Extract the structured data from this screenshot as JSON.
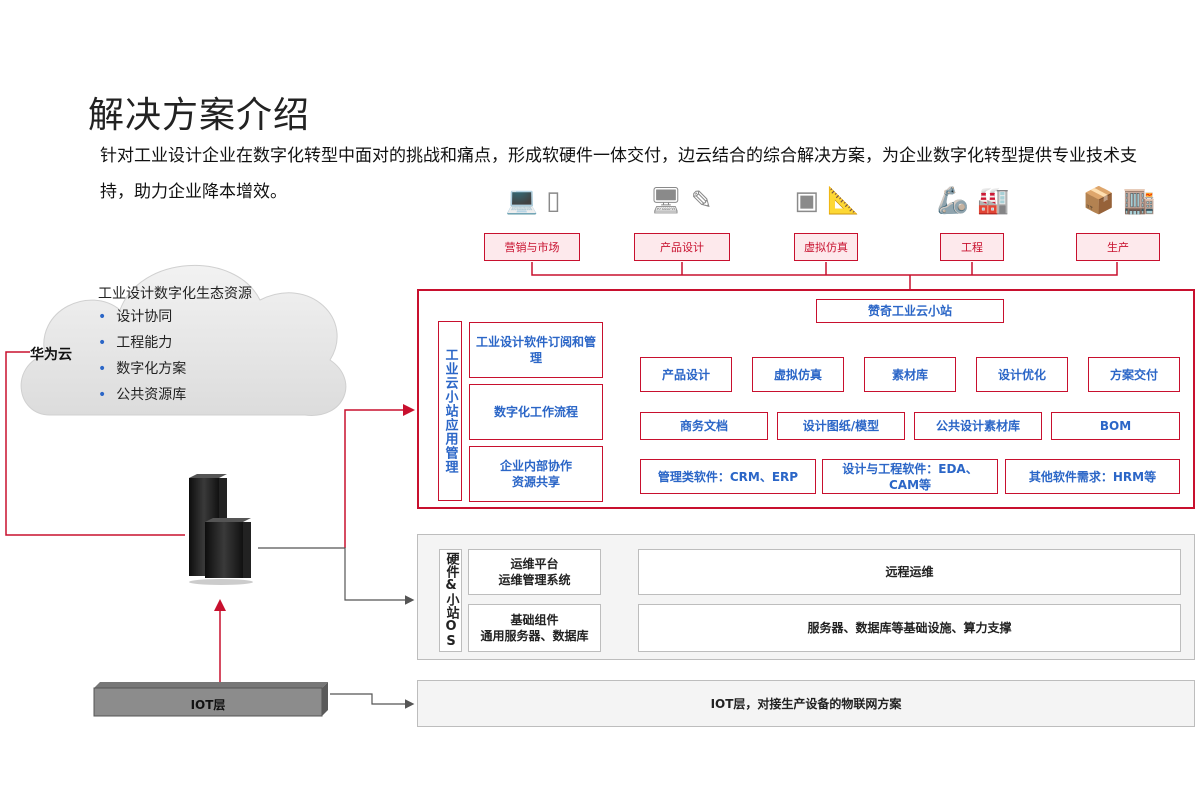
{
  "title": "解决方案介绍",
  "subtitle": "针对工业设计企业在数字化转型中面对的挑战和痛点，形成软硬件一体交付，边云结合的综合解决方案，为企业数字化转型提供专业技术支持，助力企业降本增效。",
  "cloud": {
    "title": "工业设计数字化生态资源",
    "items": [
      "设计协同",
      "工程能力",
      "数字化方案",
      "公共资源库"
    ],
    "label": "华为云"
  },
  "categories": [
    {
      "label": "营销与市场",
      "icon": "laptop-phone-icon"
    },
    {
      "label": "产品设计",
      "icon": "design-monitor-icon"
    },
    {
      "label": "虚拟仿真",
      "icon": "blueprint-icon"
    },
    {
      "label": "工程",
      "icon": "robot-factory-icon"
    },
    {
      "label": "生产",
      "icon": "boxes-warehouse-icon"
    }
  ],
  "app_layer": {
    "vertical_label": "工业云小站应用管理",
    "left_items": [
      "工业设计软件订阅和管理",
      "数字化工作流程",
      "企业内部协作\n资源共享"
    ],
    "hub": "赞奇工业云小站",
    "row1": [
      "产品设计",
      "虚拟仿真",
      "素材库",
      "设计优化",
      "方案交付"
    ],
    "row2": [
      "商务文档",
      "设计图纸/模型",
      "公共设计素材库",
      "BOM"
    ],
    "row3": [
      "管理类软件：CRM、ERP",
      "设计与工程软件：EDA、CAM等",
      "其他软件需求：HRM等"
    ]
  },
  "hw_layer": {
    "vertical_label": "硬件&小站OS",
    "rows": [
      {
        "left": "运维平台\n运维管理系统",
        "right": "远程运维"
      },
      {
        "left": "基础组件\n通用服务器、数据库",
        "right": "服务器、数据库等基础设施、算力支撑"
      }
    ]
  },
  "iot": {
    "bar_label": "IOT层",
    "box_label": "IOT层，对接生产设备的物联网方案"
  },
  "colors": {
    "accent": "#c8102e",
    "blue_text": "#2b66c7",
    "gray_border": "#bdbdbd"
  }
}
